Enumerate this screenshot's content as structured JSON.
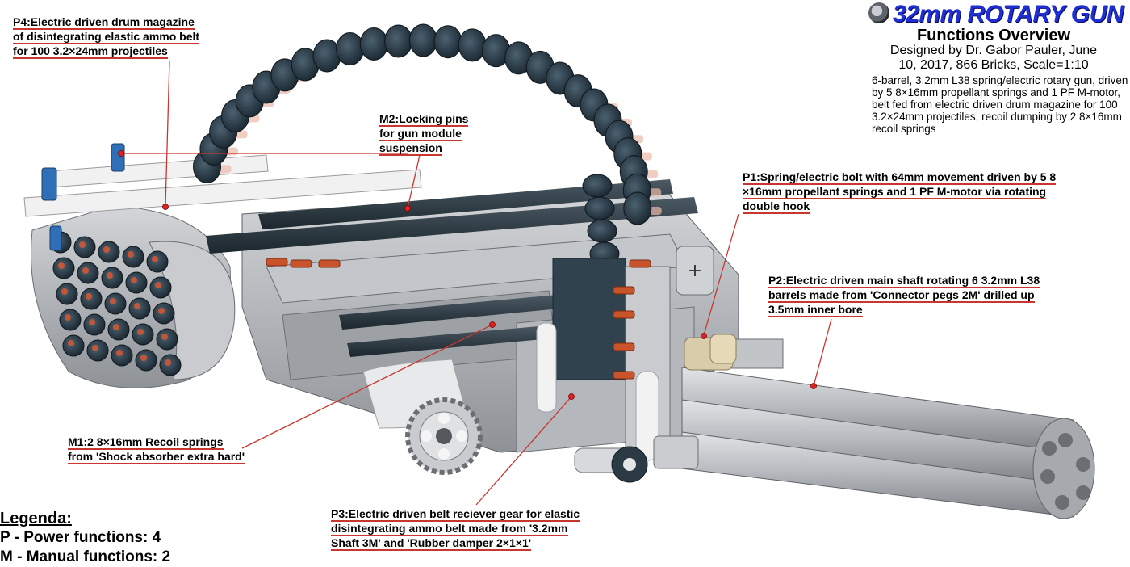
{
  "header": {
    "title": "32mm ROTARY GUN",
    "subtitle": "Functions Overview",
    "meta_line1": "Designed by Dr. Gabor Pauler, June",
    "meta_line2": "10, 2017, 866 Bricks, Scale=1:10",
    "description": "6-barrel, 3.2mm L38 spring/electric rotary gun, driven by 5 8×16mm propellant springs and 1 PF M-motor, belt fed from electric driven drum magazine for 100 3.2×24mm projectiles, recoil dumping by 2 8×16mm recoil springs"
  },
  "callouts": {
    "p4": [
      "P4:Electric driven drum magazine",
      "of disintegrating elastic ammo belt",
      "for 100 3.2×24mm projectiles"
    ],
    "m2": [
      "M2:Locking pins",
      "for gun module",
      "suspension"
    ],
    "p1": [
      "P1:Spring/electric bolt with 64mm movement driven by 5 8",
      "×16mm propellant springs and 1 PF M-motor via rotating",
      "double hook"
    ],
    "p2": [
      "P2:Electric driven main shaft rotating 6 3.2mm L38",
      "barrels made from 'Connector pegs 2M' drilled up",
      "3.5mm inner bore"
    ],
    "m1": [
      "M1:2 8×16mm Recoil springs",
      "from 'Shock absorber extra hard'"
    ],
    "p3": [
      "P3:Electric driven belt reciever gear for elastic",
      "disintegrating ammo belt made from '3.2mm",
      "Shaft 3M' and 'Rubber damper 2×1×1'"
    ]
  },
  "legend": {
    "heading": "Legenda:",
    "power": "P - Power functions: 4",
    "manual": "M - Manual functions: 2"
  },
  "colors": {
    "title_blue": "#1f2fd6",
    "callout_line_red": "#c7372f",
    "belt_dark": "#23343f",
    "body_gray": "#a9acb0"
  }
}
